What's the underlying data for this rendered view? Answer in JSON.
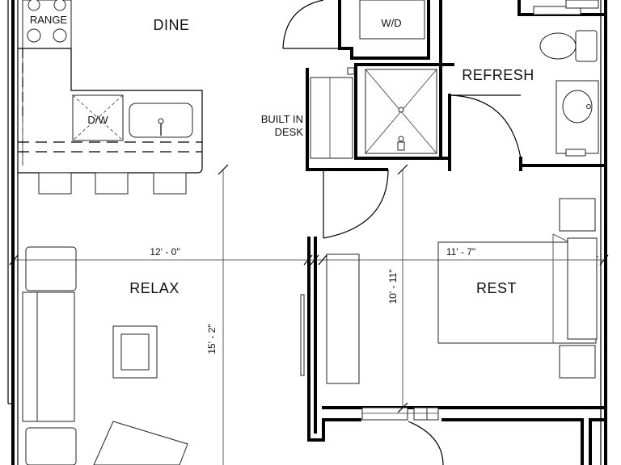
{
  "rooms": {
    "dine": "DINE",
    "refresh": "REFRESH",
    "relax": "RELAX",
    "rest": "REST"
  },
  "fixtures": {
    "range": "RANGE",
    "wd": "W/D",
    "dw": "D/W",
    "desk_line1": "BUILT IN",
    "desk_line2": "DESK"
  },
  "dimensions": {
    "relax_width": "12' - 0\"",
    "rest_width": "11' - 7\"",
    "relax_depth": "15' - 2\"",
    "rest_depth": "10' - 11\""
  }
}
